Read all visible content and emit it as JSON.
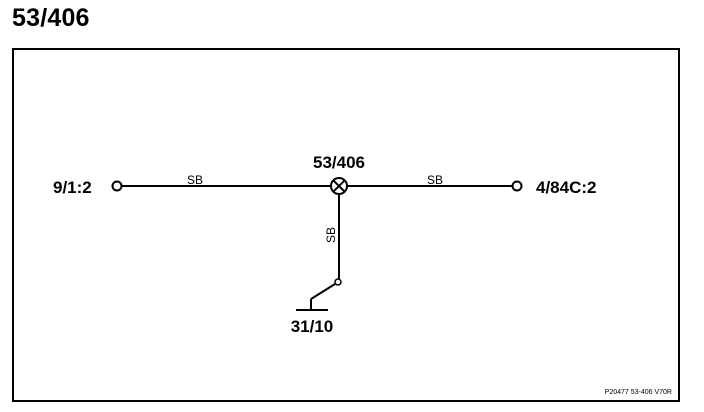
{
  "title": "53/406",
  "diagram": {
    "center_label": "53/406",
    "left_terminal": "9/1:2",
    "right_terminal": "4/84C:2",
    "ground_label": "31/10",
    "wire_left": "SB",
    "wire_right": "SB",
    "wire_vertical": "SB",
    "reference": "P20477  53-406  V70R"
  },
  "colors": {
    "line": "#000000",
    "background": "#ffffff"
  }
}
